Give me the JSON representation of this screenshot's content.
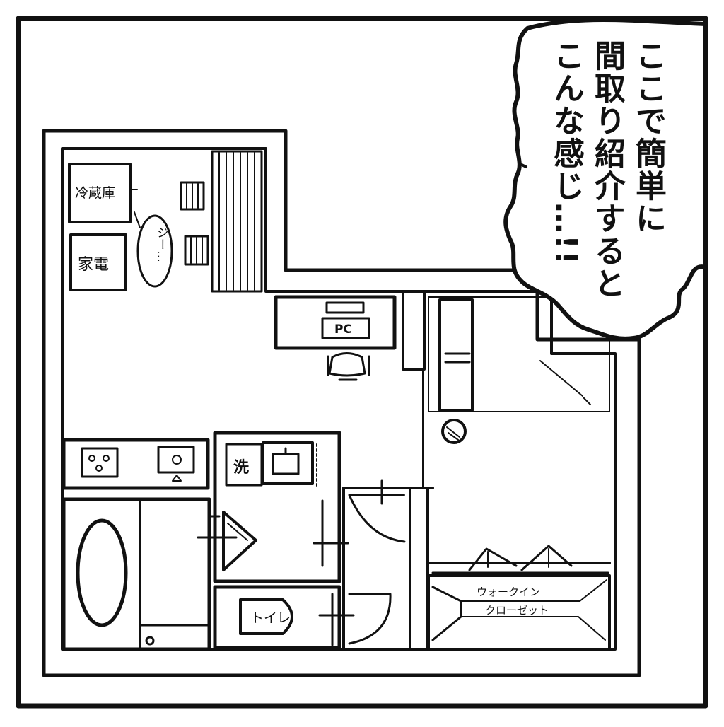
{
  "panel": {
    "speech_lines": [
      "ここで簡単に",
      "間取り紹介すると",
      "こんな感じ…!!"
    ]
  },
  "floorplan": {
    "labels": {
      "fridge": "冷蔵庫",
      "appliances": "家電",
      "hum": "ジー…",
      "pc": "PC",
      "washer": "洗",
      "toilet": "トイレ",
      "closet_line1": "ウォークイン",
      "closet_line2": "クローゼット"
    }
  }
}
